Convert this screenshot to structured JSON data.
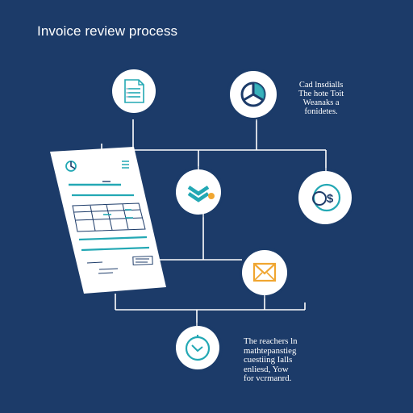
{
  "title": "Invoice review process",
  "note_top": "Cad lnsdialls\nThe hote Toit\nWeanaks a\nfonidetes.",
  "note_bottom": "The reachers ln\nmathtepanstieg\ncuestiing Ialls\nenliesd, Yow\nfor vcrmanrd.",
  "colors": {
    "background": "#1c3b69",
    "connector": "#ffffff",
    "node_fill": "#ffffff",
    "teal": "#23a8b4",
    "navy": "#1c3b69",
    "orange": "#f0a631"
  },
  "icons": [
    "document-icon",
    "pie-chart-icon",
    "approval-chevron-icon",
    "dollar-coin-icon",
    "envelope-icon",
    "clock-icon"
  ]
}
